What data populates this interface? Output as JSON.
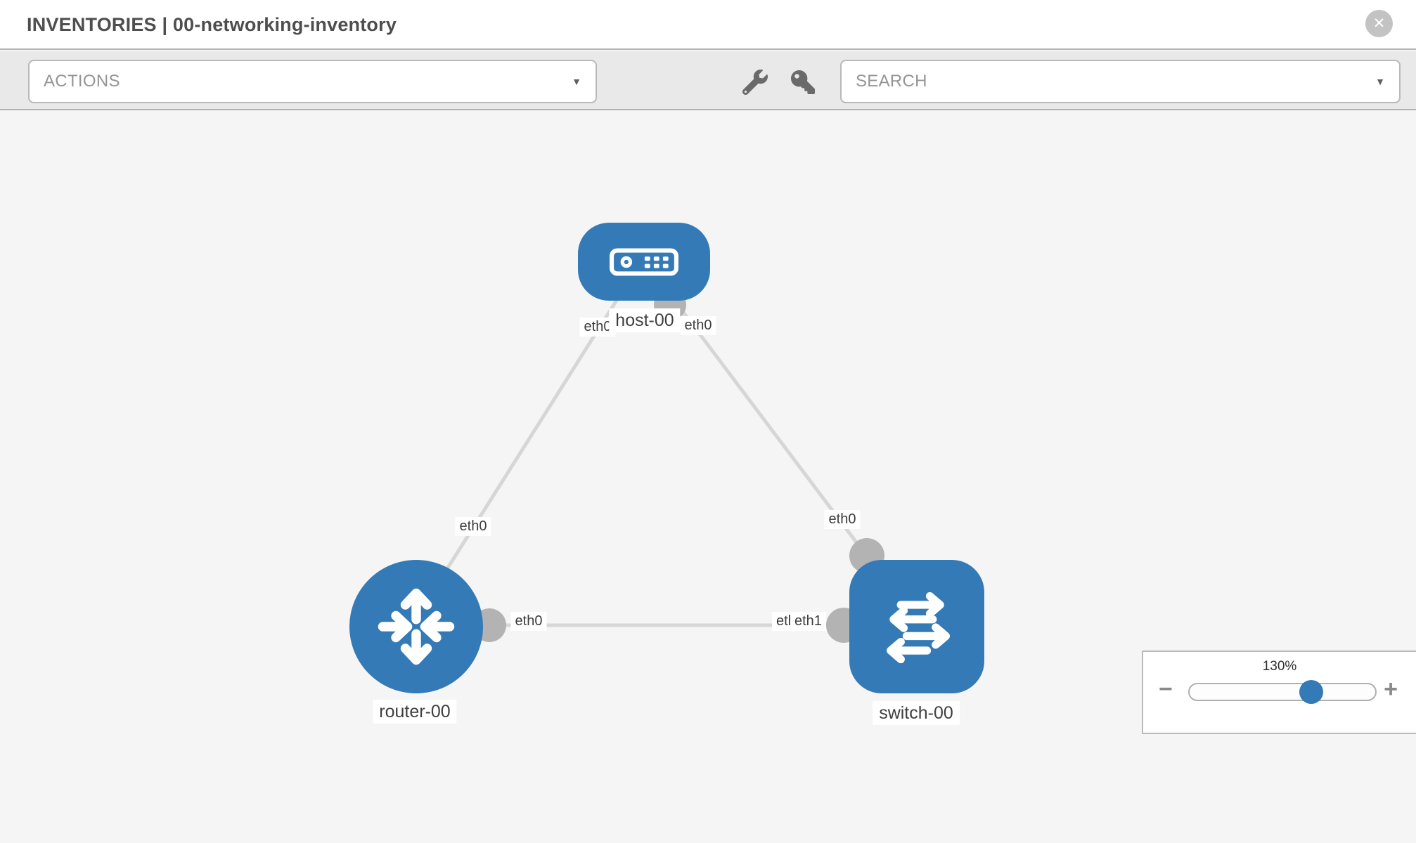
{
  "header": {
    "title": "INVENTORIES | 00-networking-inventory",
    "close_glyph": "✕"
  },
  "toolbar": {
    "actions_placeholder": "ACTIONS",
    "search_placeholder": "SEARCH",
    "caret_glyph": "▼",
    "icons": [
      "wrench-icon",
      "key-icon"
    ]
  },
  "topology": {
    "nodes": [
      {
        "label": "host-00",
        "type": "host"
      },
      {
        "label": "router-00",
        "type": "router"
      },
      {
        "label": "switch-00",
        "type": "switch"
      }
    ],
    "links": [
      {
        "from": "host-00",
        "to": "router-00",
        "from_label": "eth0",
        "to_label": "eth0"
      },
      {
        "from": "host-00",
        "to": "switch-00",
        "from_label": "eth0",
        "to_label": "eth0"
      },
      {
        "from": "router-00",
        "to": "switch-00",
        "from_label": "eth0",
        "to_label_under": "eth0",
        "to_label_over": "eth1"
      }
    ]
  },
  "zoom_control": {
    "level": "130%",
    "minus_glyph": "−",
    "plus_glyph": "+"
  },
  "colors": {
    "node_blue": "#337ab7",
    "link_gray": "#d6d6d6",
    "port_gray": "#b3b3b3",
    "canvas_bg": "#f5f5f5",
    "toolbar_bg": "#e9e9e9"
  }
}
